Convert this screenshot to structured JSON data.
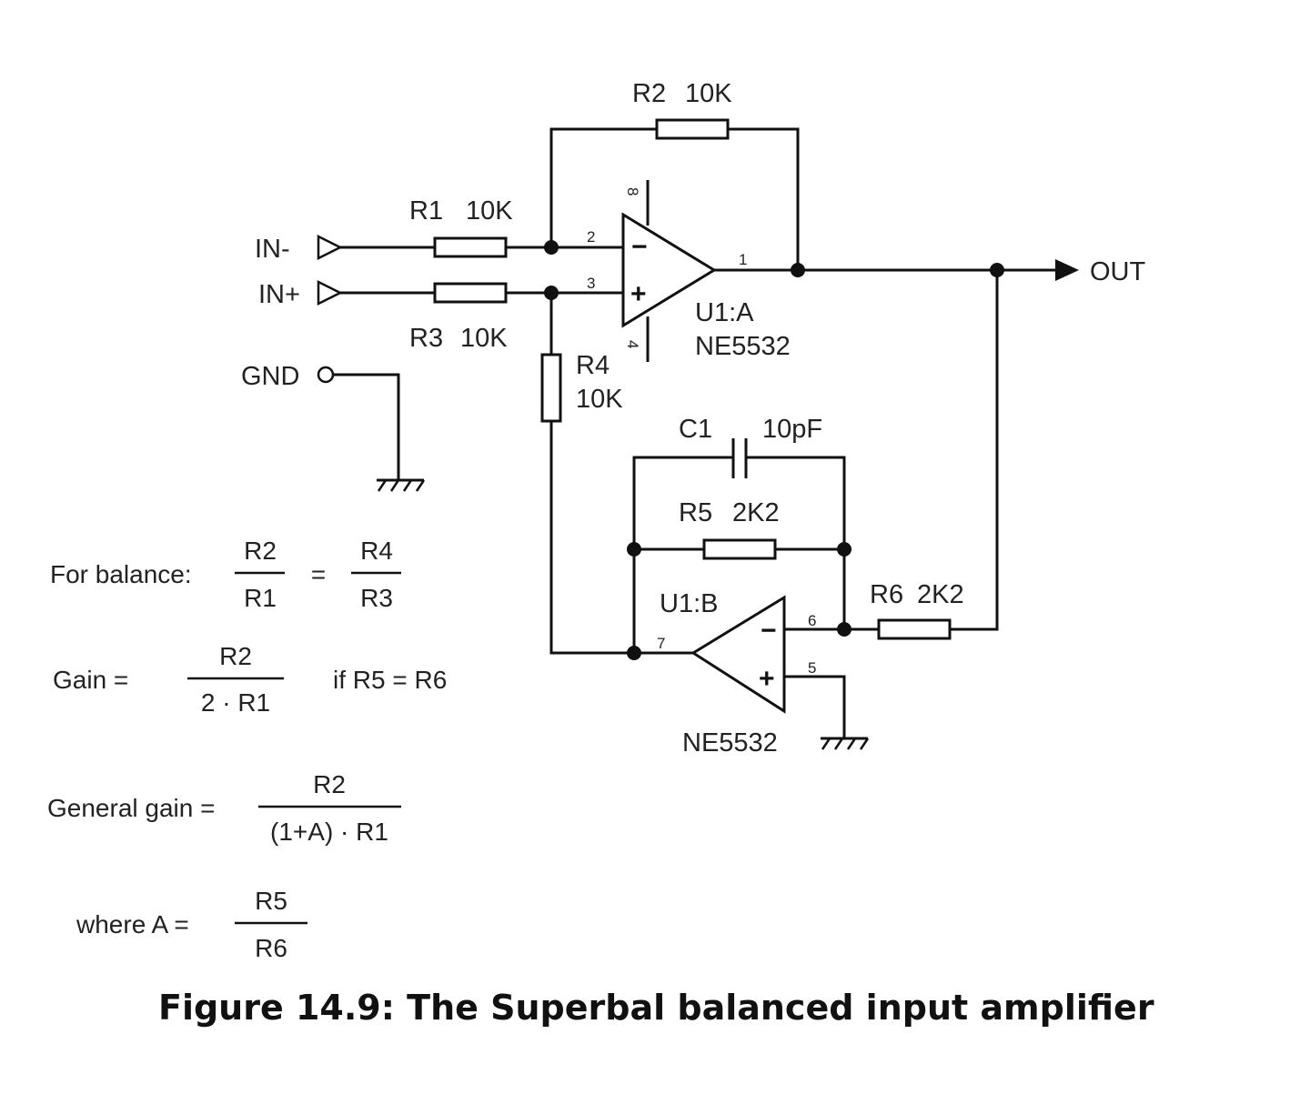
{
  "terminals": {
    "in_minus": "IN-",
    "in_plus": "IN+",
    "gnd": "GND",
    "out": "OUT"
  },
  "components": {
    "r1": {
      "ref": "R1",
      "value": "10K"
    },
    "r2": {
      "ref": "R2",
      "value": "10K"
    },
    "r3": {
      "ref": "R3",
      "value": "10K"
    },
    "r4": {
      "ref": "R4",
      "value": "10K"
    },
    "r5": {
      "ref": "R5",
      "value": "2K2"
    },
    "r6": {
      "ref": "R6",
      "value": "2K2"
    },
    "c1": {
      "ref": "C1",
      "value": "10pF"
    }
  },
  "opamps": {
    "u1a": {
      "ref": "U1:A",
      "part": "NE5532"
    },
    "u1b": {
      "ref": "U1:B",
      "part": "NE5532"
    }
  },
  "pins": {
    "p1": "1",
    "p2": "2",
    "p3": "3",
    "p4": "4",
    "p5": "5",
    "p6": "6",
    "p7": "7",
    "p8": "8"
  },
  "signs": {
    "minus": "−",
    "plus": "+"
  },
  "equations": {
    "balance": {
      "label": "For balance:",
      "num1": "R2",
      "den1": "R1",
      "equals": "=",
      "num2": "R4",
      "den2": "R3"
    },
    "gain": {
      "label": "Gain =",
      "num": "R2",
      "den": "2 · R1",
      "condition": "if   R5 = R6"
    },
    "general": {
      "label": "General gain =",
      "num": "R2",
      "den": "(1+A) · R1"
    },
    "where": {
      "label": "where A =",
      "num": "R5",
      "den": "R6"
    }
  },
  "caption": "Figure 14.9: The Superbal balanced input amplifier"
}
